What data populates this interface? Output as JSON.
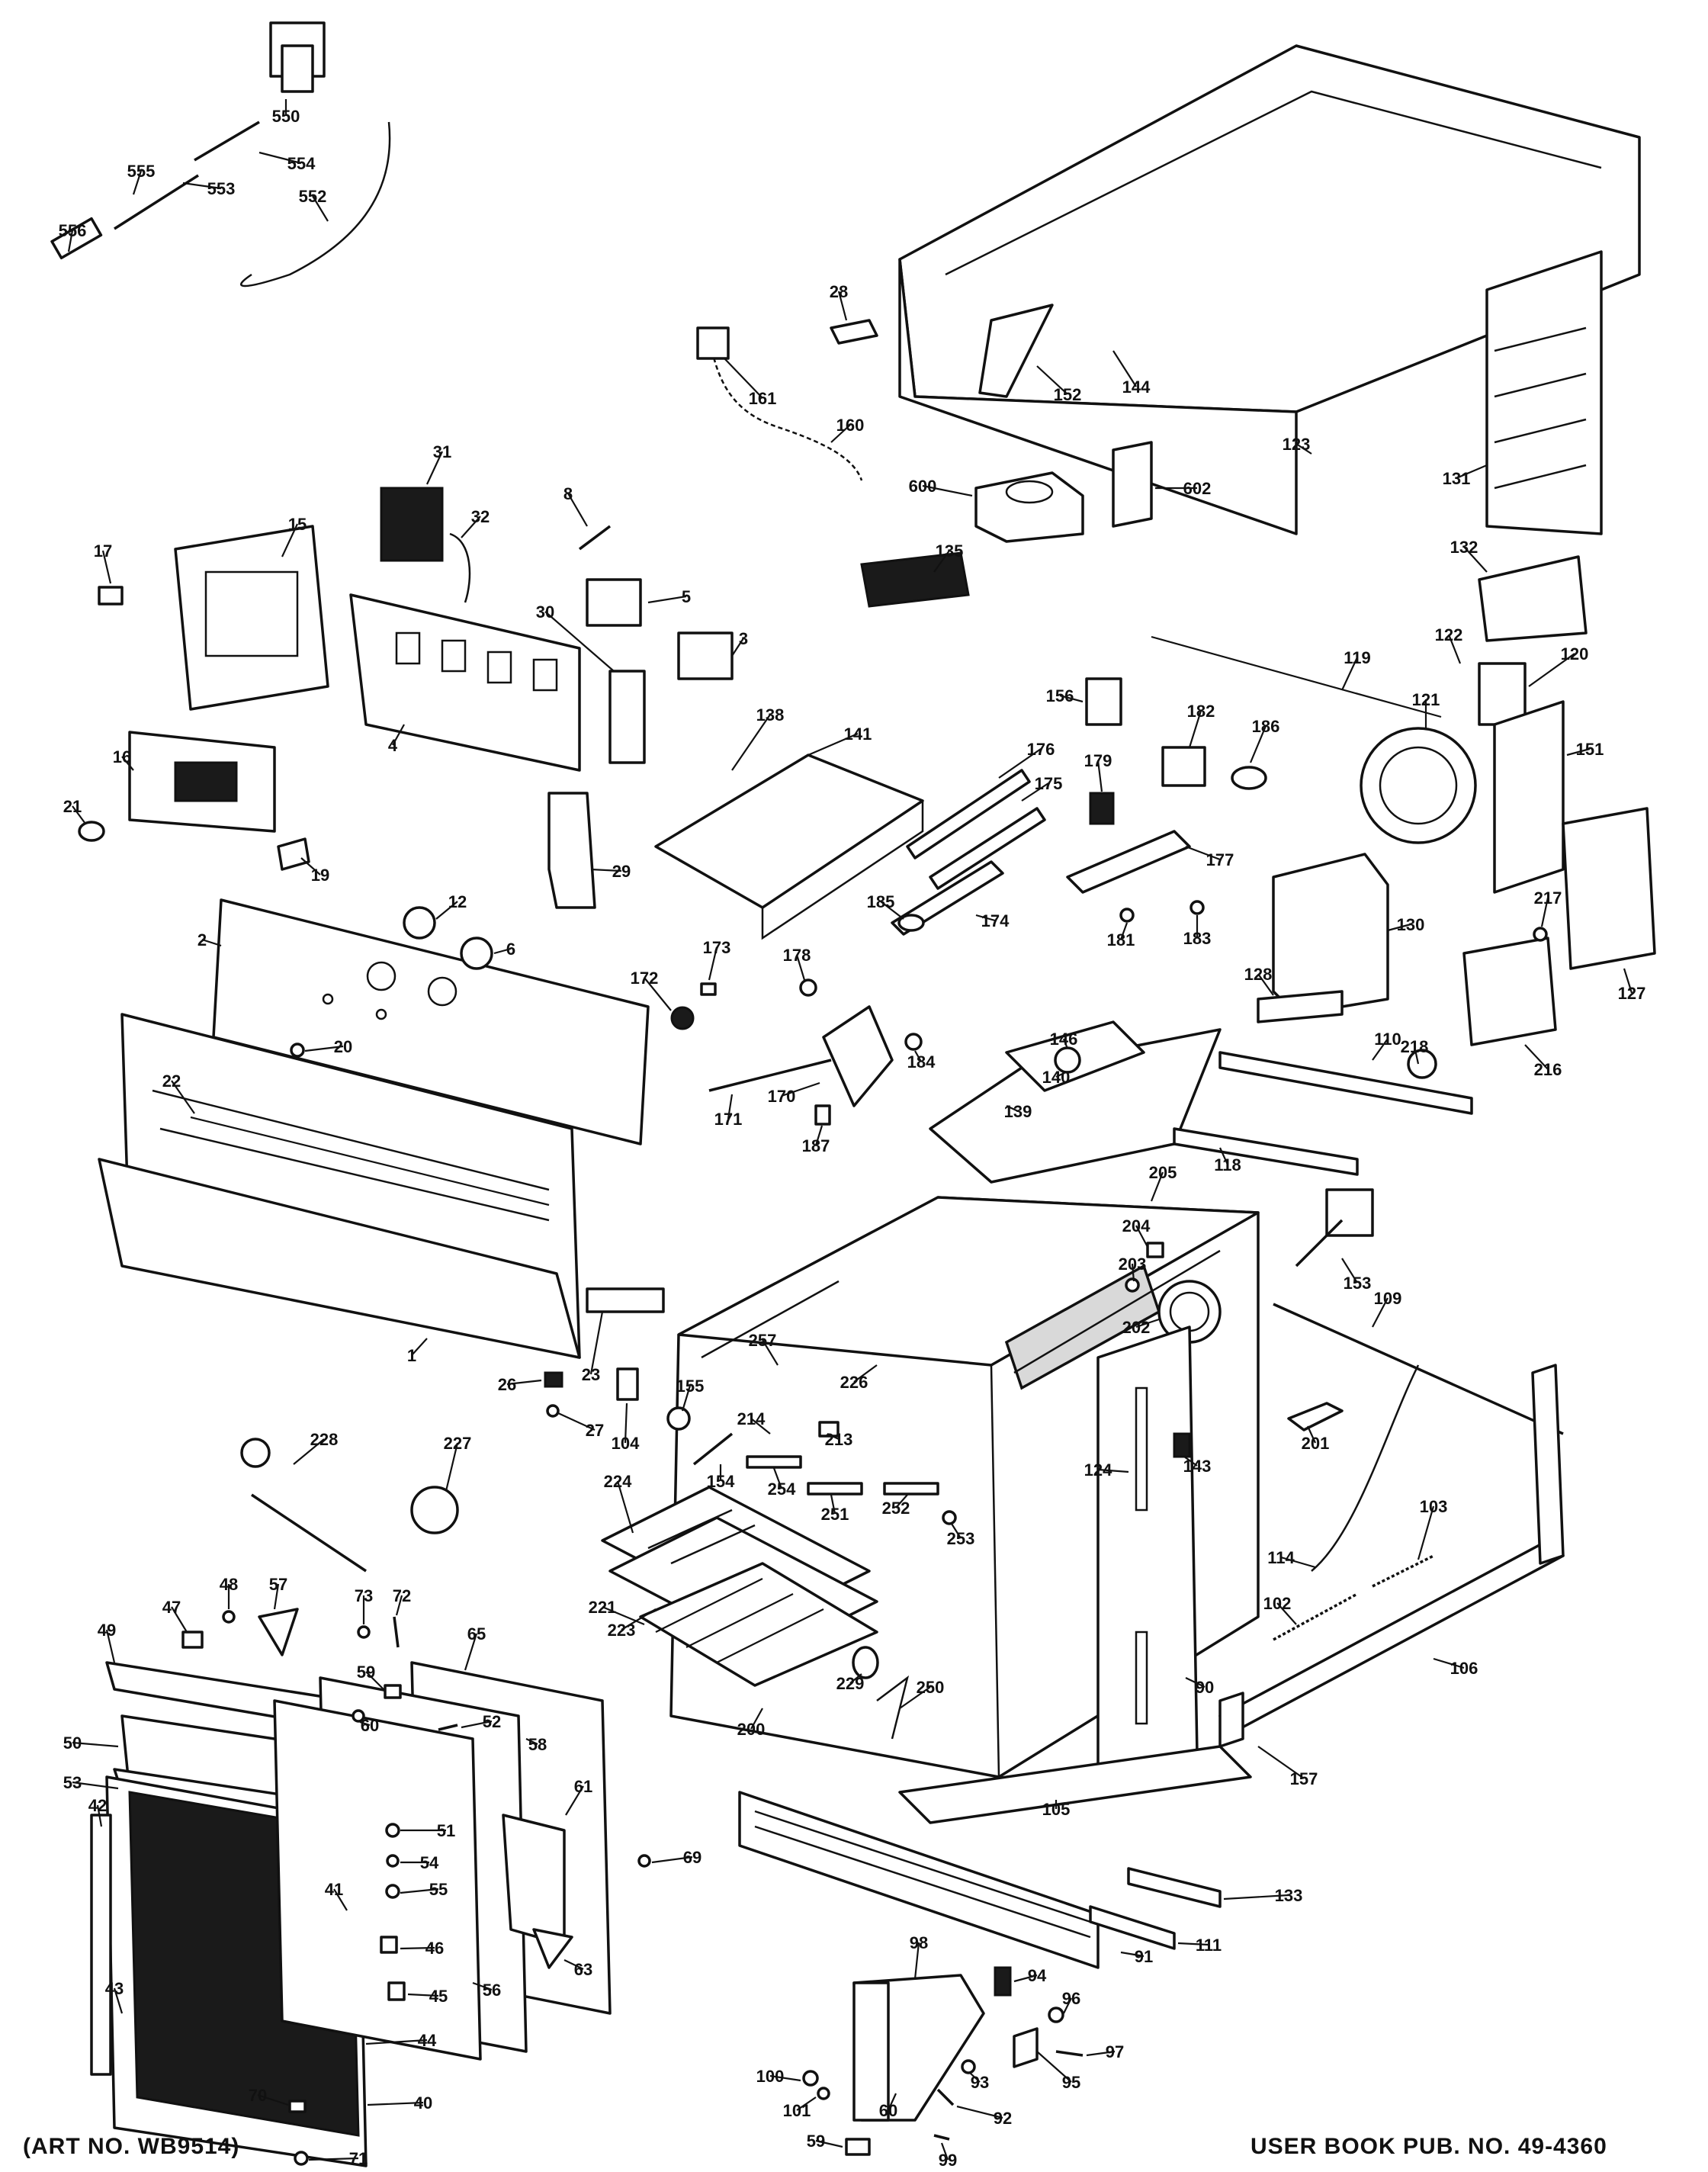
{
  "footer": {
    "art_number": "(ART NO. WB9514)",
    "user_book": "USER BOOK PUB. NO. 49-4360"
  },
  "callouts": [
    "550",
    "554",
    "553",
    "555",
    "552",
    "556",
    "28",
    "161",
    "160",
    "152",
    "144",
    "123",
    "600",
    "602",
    "131",
    "31",
    "32",
    "8",
    "5",
    "3",
    "15",
    "17",
    "30",
    "4",
    "135",
    "132",
    "16",
    "21",
    "19",
    "29",
    "138",
    "141",
    "176",
    "175",
    "156",
    "182",
    "186",
    "119",
    "121",
    "122",
    "120",
    "151",
    "179",
    "177",
    "130",
    "2",
    "12",
    "6",
    "173",
    "172",
    "178",
    "185",
    "174",
    "181",
    "183",
    "146",
    "140",
    "139",
    "128",
    "110",
    "217",
    "127",
    "218",
    "216",
    "20",
    "22",
    "171",
    "170",
    "184",
    "187",
    "118",
    "205",
    "204",
    "203",
    "202",
    "153",
    "109",
    "1",
    "23",
    "26",
    "27",
    "104",
    "257",
    "226",
    "155",
    "214",
    "213",
    "154",
    "254",
    "251",
    "252",
    "253",
    "124",
    "143",
    "201",
    "228",
    "227",
    "224",
    "103",
    "114",
    "221",
    "223",
    "229",
    "250",
    "102",
    "106",
    "90",
    "200",
    "48",
    "57",
    "73",
    "72",
    "47",
    "49",
    "65",
    "59",
    "60",
    "52",
    "58",
    "50",
    "53",
    "61",
    "105",
    "157",
    "51",
    "54",
    "55",
    "42",
    "41",
    "69",
    "133",
    "46",
    "63",
    "56",
    "111",
    "91",
    "45",
    "43",
    "98",
    "94",
    "96",
    "97",
    "95",
    "44",
    "93",
    "100",
    "101",
    "70",
    "40",
    "60b",
    "92",
    "59b",
    "99",
    "71"
  ]
}
